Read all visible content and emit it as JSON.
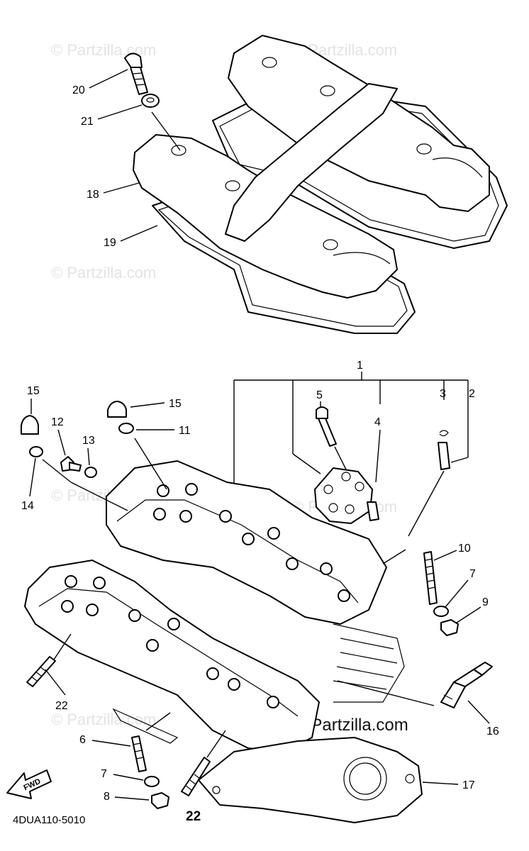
{
  "diagram_code": "4DUA110-5010",
  "fwd_label": "FWD",
  "watermark_text": "© Partzilla.com",
  "watermark_bold_text": "© Partzilla.com",
  "callouts": {
    "c20": "20",
    "c21": "21",
    "c18": "18",
    "c19": "19",
    "c1": "1",
    "c5": "5",
    "c4": "4",
    "c3": "3",
    "c2": "2",
    "c15a": "15",
    "c15b": "15",
    "c11": "11",
    "c12": "12",
    "c13": "13",
    "c14": "14",
    "c10": "10",
    "c7a": "7",
    "c9": "9",
    "c16": "16",
    "c22a": "22",
    "c22b": "22",
    "c6": "6",
    "c7b": "7",
    "c8": "8",
    "c17": "17"
  }
}
